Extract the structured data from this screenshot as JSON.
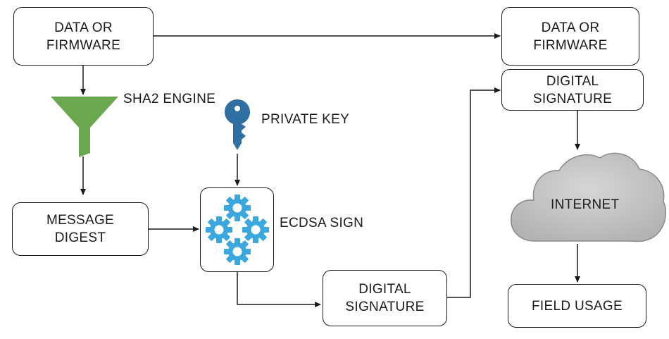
{
  "nodes": {
    "source_data": {
      "line1": "DATA OR",
      "line2": "FIRMWARE"
    },
    "message_digest": {
      "line1": "MESSAGE",
      "line2": "DIGEST"
    },
    "signature_out": {
      "line1": "DIGITAL",
      "line2": "SIGNATURE"
    },
    "dest_data": {
      "line1": "DATA OR",
      "line2": "FIRMWARE"
    },
    "dest_signature": {
      "line1": "DIGITAL",
      "line2": "SIGNATURE"
    },
    "field_usage": {
      "label": "FIELD USAGE"
    }
  },
  "labels": {
    "sha2_engine": "SHA2 ENGINE",
    "private_key": "PRIVATE KEY",
    "ecdsa_sign": "ECDSA SIGN",
    "internet": "INTERNET"
  },
  "icons": {
    "funnel": "funnel-icon",
    "key": "key-icon",
    "gears": "gears-icon",
    "cloud": "cloud-icon"
  },
  "colors": {
    "funnel": "#6aa84f",
    "key": "#2f6fa3",
    "gears": "#3aa7de",
    "cloud": "#c4c4c4"
  }
}
